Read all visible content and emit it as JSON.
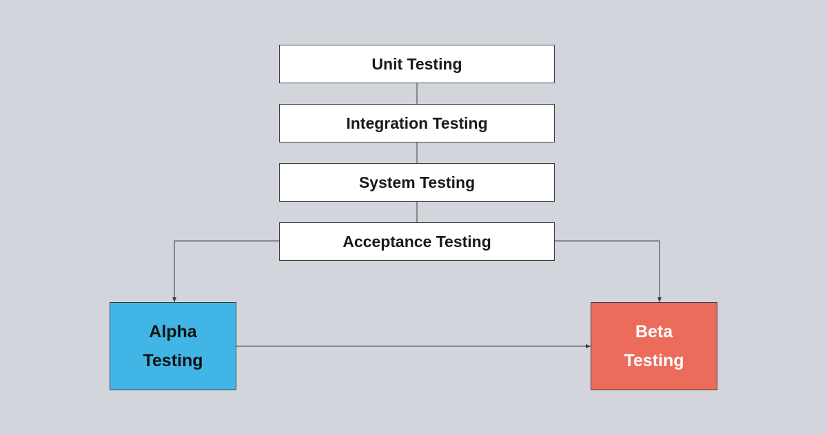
{
  "diagram": {
    "stages": [
      {
        "id": "unit",
        "label": "Unit Testing"
      },
      {
        "id": "integration",
        "label": "Integration Testing"
      },
      {
        "id": "system",
        "label": "System Testing"
      },
      {
        "id": "acceptance",
        "label": "Acceptance Testing"
      }
    ],
    "alpha": {
      "label": "Alpha Testing",
      "fill": "#41b6e6"
    },
    "beta": {
      "label": "Beta Testing",
      "fill": "#ec6b5a"
    }
  },
  "colors": {
    "background": "#d2d6dc",
    "stage_fill": "#ffffff",
    "line": "#3a3a3a"
  }
}
